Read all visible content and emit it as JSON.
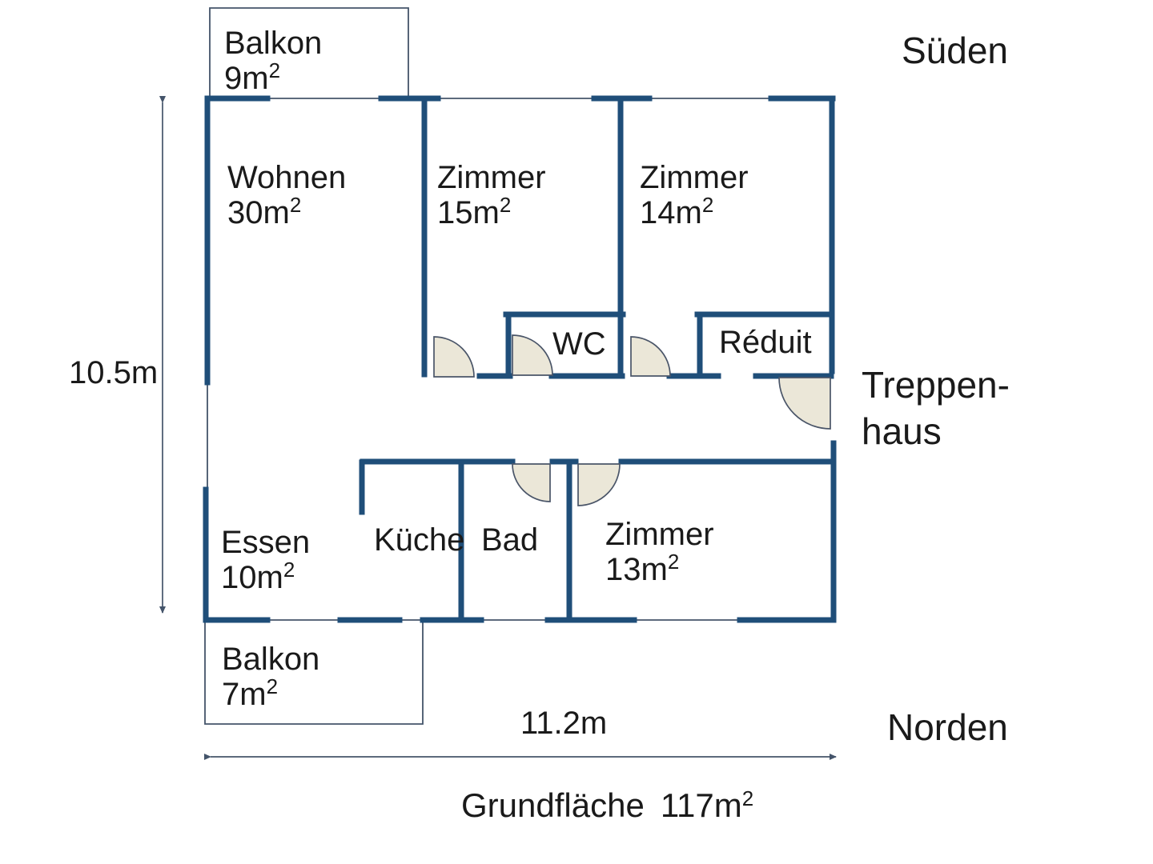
{
  "colors": {
    "wall": "#1f4e79",
    "window_line": "#44546a",
    "door_fill": "#ebe7d8",
    "door_stroke": "#4a5568",
    "dimension_line": "#44546a",
    "text": "#1a1a1a",
    "background": "#ffffff"
  },
  "orientation": {
    "south": "Süden",
    "north": "Norden"
  },
  "stairwell": {
    "line1": "Treppen-",
    "line2": "haus"
  },
  "rooms": {
    "balkon_sued": {
      "name": "Balkon",
      "area": "9m",
      "area_sup": "2"
    },
    "wohnen": {
      "name": "Wohnen",
      "area": "30m",
      "area_sup": "2"
    },
    "zimmer15": {
      "name": "Zimmer",
      "area": "15m",
      "area_sup": "2"
    },
    "zimmer14": {
      "name": "Zimmer",
      "area": "14m",
      "area_sup": "2"
    },
    "wc": {
      "name": "WC"
    },
    "reduit": {
      "name": "Réduit"
    },
    "essen": {
      "name": "Essen",
      "area": "10m",
      "area_sup": "2"
    },
    "kueche": {
      "name": "Küche"
    },
    "bad": {
      "name": "Bad"
    },
    "zimmer13": {
      "name": "Zimmer",
      "area": "13m",
      "area_sup": "2"
    },
    "balkon_nord": {
      "name": "Balkon",
      "area": "7m",
      "area_sup": "2"
    }
  },
  "dimensions": {
    "height_label": "10.5m",
    "width_label": "11.2m",
    "footprint_label": "Grundfläche",
    "footprint_value": "117m",
    "footprint_sup": "2"
  }
}
